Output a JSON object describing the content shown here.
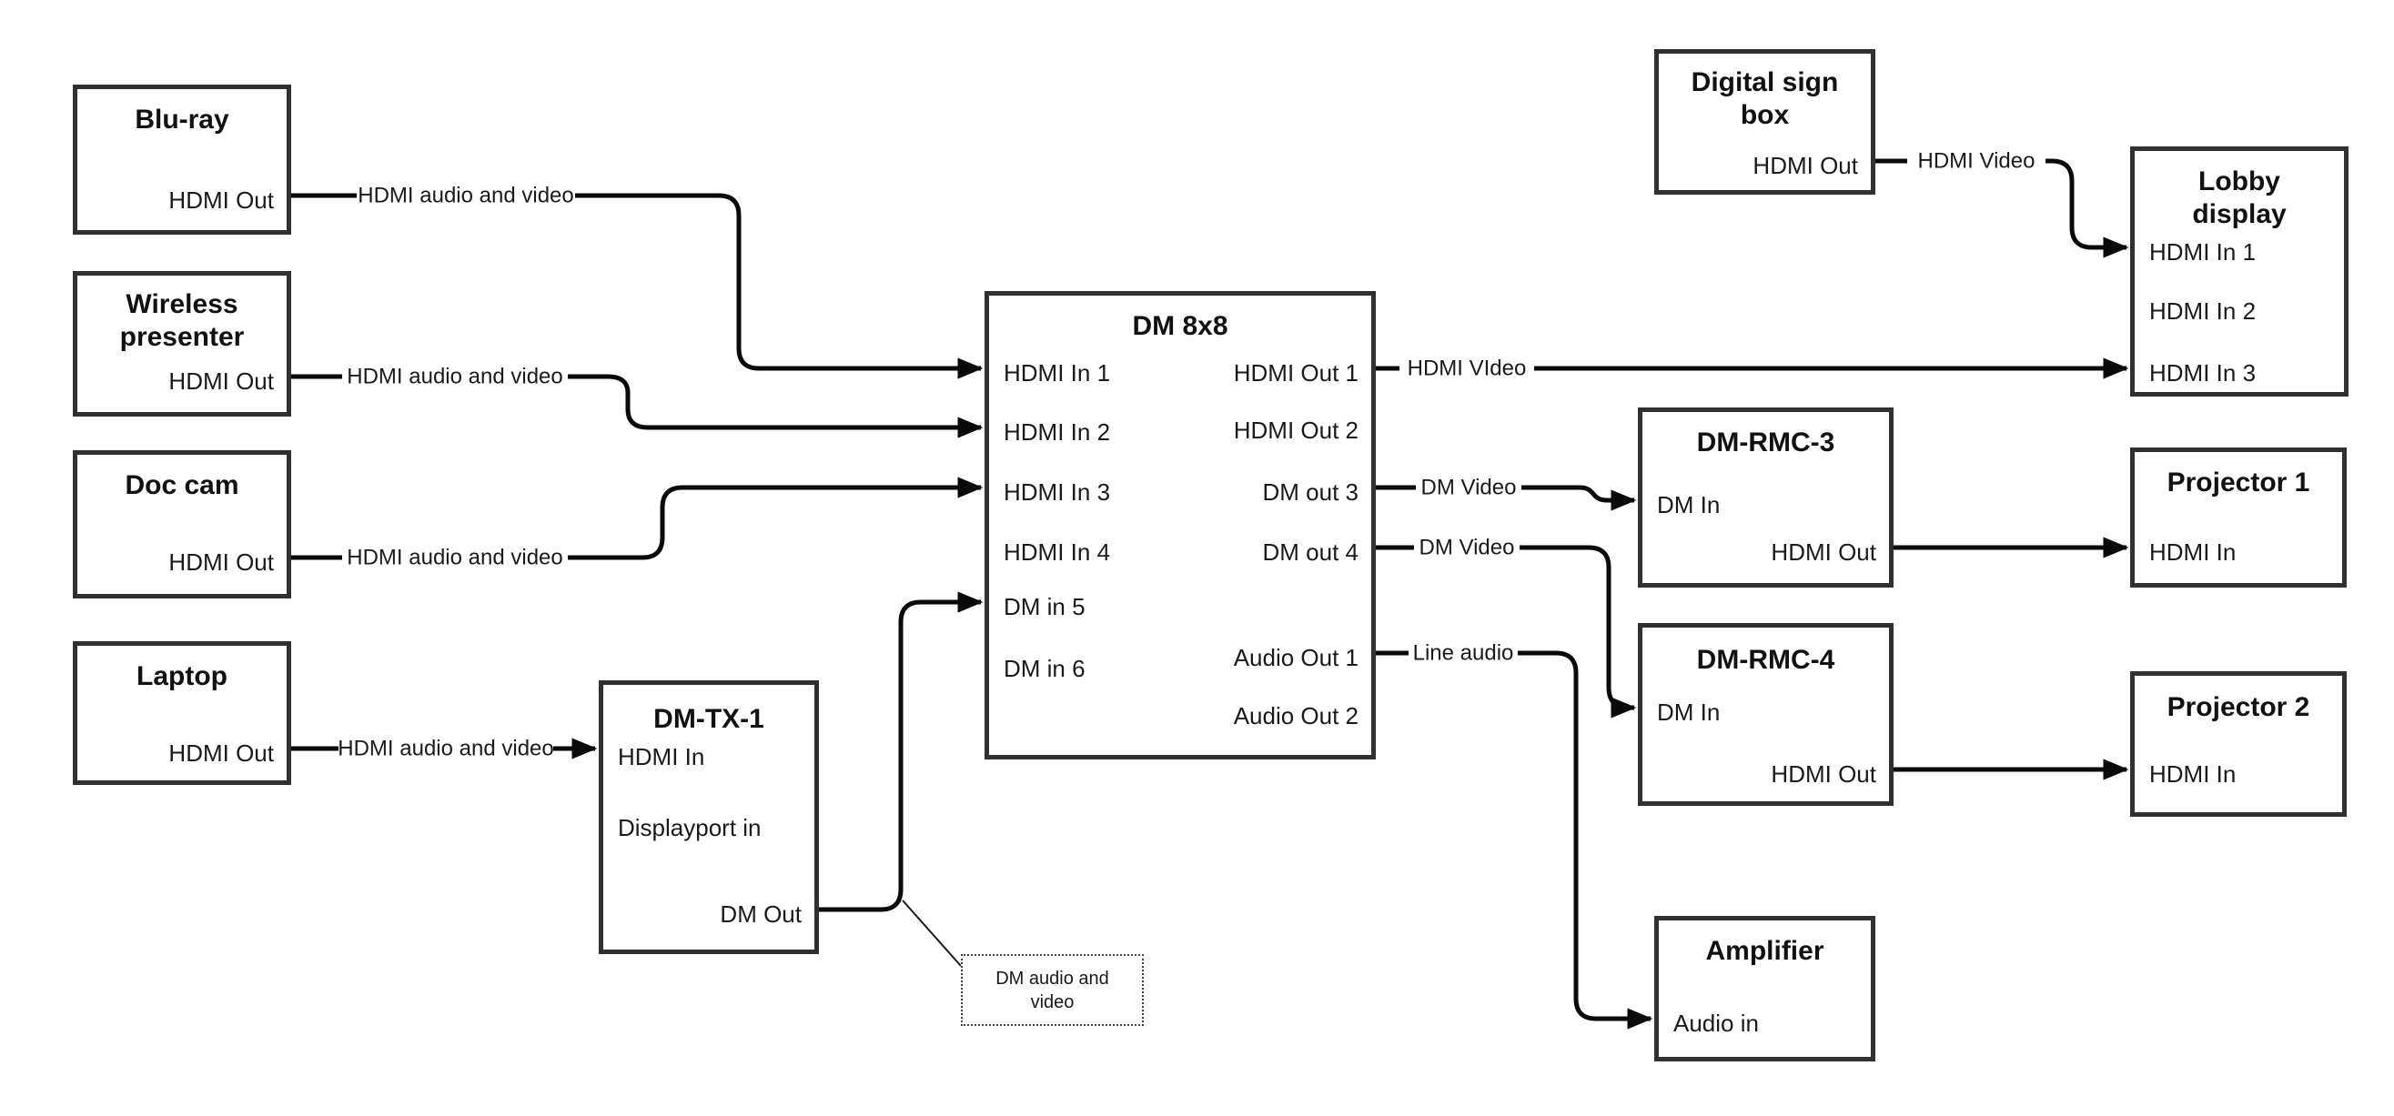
{
  "colors": {
    "background": "#ffffff",
    "box_border": "#303030",
    "wire": "#0a0a0a",
    "text": "#1a1a1a"
  },
  "nodes": {
    "bluray": {
      "title": "Blu-ray",
      "ports": {
        "hdmi_out": "HDMI Out"
      }
    },
    "wireless": {
      "title": "Wireless presenter",
      "ports": {
        "hdmi_out": "HDMI Out"
      }
    },
    "doccam": {
      "title": "Doc cam",
      "ports": {
        "hdmi_out": "HDMI Out"
      }
    },
    "laptop": {
      "title": "Laptop",
      "ports": {
        "hdmi_out": "HDMI Out"
      }
    },
    "dmtx1": {
      "title": "DM-TX-1",
      "ports": {
        "hdmi_in": "HDMI In",
        "displayport_in": "Displayport in",
        "dm_out": "DM Out"
      }
    },
    "dm8x8": {
      "title": "DM 8x8",
      "ports": {
        "hdmi_in_1": "HDMI In 1",
        "hdmi_in_2": "HDMI In 2",
        "hdmi_in_3": "HDMI In 3",
        "hdmi_in_4": "HDMI In 4",
        "dm_in_5": "DM in 5",
        "dm_in_6": "DM in 6",
        "hdmi_out_1": "HDMI Out 1",
        "hdmi_out_2": "HDMI Out 2",
        "dm_out_3": "DM out 3",
        "dm_out_4": "DM out 4",
        "audio_out_1": "Audio Out 1",
        "audio_out_2": "Audio Out 2"
      }
    },
    "digitalsign": {
      "title": "Digital sign box",
      "ports": {
        "hdmi_out": "HDMI Out"
      }
    },
    "lobby": {
      "title": "Lobby display",
      "ports": {
        "hdmi_in_1": "HDMI In 1",
        "hdmi_in_2": "HDMI In 2",
        "hdmi_in_3": "HDMI In 3"
      }
    },
    "dmrmc3": {
      "title": "DM-RMC-3",
      "ports": {
        "dm_in": "DM In",
        "hdmi_out": "HDMI Out"
      }
    },
    "proj1": {
      "title": "Projector 1",
      "ports": {
        "hdmi_in": "HDMI In"
      }
    },
    "dmrmc4": {
      "title": "DM-RMC-4",
      "ports": {
        "dm_in": "DM In",
        "hdmi_out": "HDMI Out"
      }
    },
    "proj2": {
      "title": "Projector 2",
      "ports": {
        "hdmi_in": "HDMI In"
      }
    },
    "amplifier": {
      "title": "Amplifier",
      "ports": {
        "audio_in": "Audio in"
      }
    }
  },
  "wire_labels": {
    "bluray_to_dm8x8": "HDMI audio and video",
    "wireless_to_dm8x8": "HDMI audio and video",
    "doccam_to_dm8x8": "HDMI audio and video",
    "laptop_to_dmtx1": "HDMI audio and video",
    "hdmi_out_1_to_lobby": "HDMI VIdeo",
    "digitalsign_to_lobby": "HDMI Video",
    "dm_out_3_to_rmc3": "DM Video",
    "dm_out_4_to_rmc4": "DM Video",
    "audio_out_1_to_amp": "Line audio"
  },
  "callout": {
    "text": "DM audio and video"
  }
}
